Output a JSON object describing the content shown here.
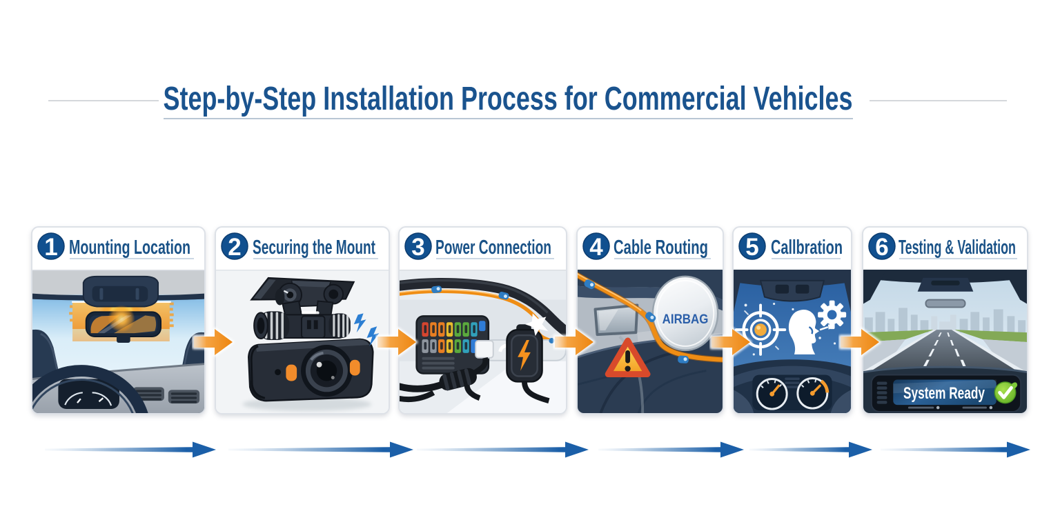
{
  "header": {
    "title": "Step-by-Step Installation Process for Commercial Vehicles"
  },
  "steps": [
    {
      "number": "1",
      "title": "Mounting Location"
    },
    {
      "number": "2",
      "title": "Securing the Mount"
    },
    {
      "number": "3",
      "title": "Power Connection"
    },
    {
      "number": "4",
      "title": "Cable Routing"
    },
    {
      "number": "5",
      "title": "Callbration"
    },
    {
      "number": "6",
      "title": "Testing & Validation"
    }
  ],
  "labels": {
    "airbag": "AIRBAG",
    "system_ready": "System Ready"
  },
  "icons": [
    "step-arrow-icon",
    "flow-arrow-icon",
    "lightning-bolt-icon",
    "warning-triangle-icon",
    "airbag-icon",
    "crosshair-target-icon",
    "head-silhouette-icon",
    "gear-icon",
    "checkmark-icon",
    "dashcam-icon",
    "fuse-box-icon",
    "rearview-mirror-icon"
  ],
  "palette": {
    "title_blue": "#1a538e",
    "step_circle_blue": "#11508f",
    "accent_orange": "#ee8a12",
    "flow_arrow_blue": "#1b5fa8",
    "success_green": "#76c033",
    "underline_gray": "#b9c6d4"
  }
}
